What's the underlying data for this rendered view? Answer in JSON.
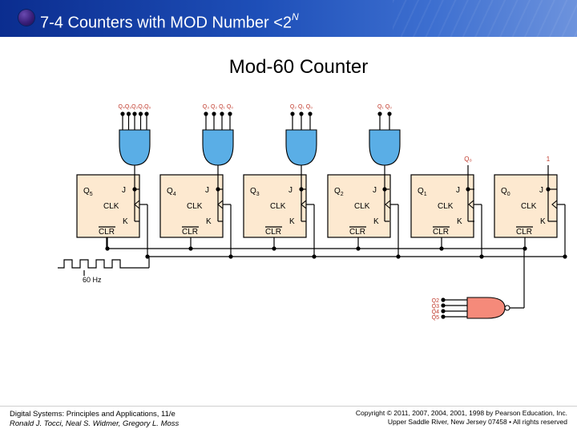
{
  "header": {
    "title": "7-4 Counters with MOD Number <2",
    "title_superscript": "N",
    "bullet_color": "#3a1f7a",
    "bar_color": "#1e4fb8"
  },
  "diagram": {
    "title": "Mod-60 Counter",
    "flip_flops": [
      {
        "output": "Q",
        "output_sub": "5",
        "j": "J",
        "clk": "CLK",
        "k": "K",
        "clr": "CLR"
      },
      {
        "output": "Q",
        "output_sub": "4",
        "j": "J",
        "clk": "CLK",
        "k": "K",
        "clr": "CLR"
      },
      {
        "output": "Q",
        "output_sub": "3",
        "j": "J",
        "clk": "CLK",
        "k": "K",
        "clr": "CLR"
      },
      {
        "output": "Q",
        "output_sub": "2",
        "j": "J",
        "clk": "CLK",
        "k": "K",
        "clr": "CLR"
      },
      {
        "output": "Q",
        "output_sub": "1",
        "j": "J",
        "clk": "CLK",
        "k": "K",
        "clr": "CLR"
      },
      {
        "output": "Q",
        "output_sub": "0",
        "j": "J",
        "clk": "CLK",
        "k": "K",
        "clr": "CLR"
      }
    ],
    "and_gate_labels": [
      "Q₄Q₃Q₂Q₁Q₀",
      "Q₃ Q₂ Q₁ Q₀",
      "Q₂ Q₁ Q₀",
      "Q₁ Q₀"
    ],
    "q0_label": "Q₀",
    "high_label": "1",
    "clock_label": "60 Hz",
    "nand_inputs": [
      "2",
      "3",
      "4",
      "5"
    ],
    "nand_inputs_prefix": "Q",
    "gate_color": "#5aaee6",
    "nand_color": "#f58a7a",
    "ff_fill": "#fde9d0",
    "label_color": "#c0392b"
  },
  "footer": {
    "book": "Digital Systems: Principles and Applications, 11/e",
    "authors": "Ronald J. Tocci, Neal S. Widmer, Gregory L. Moss",
    "copyright": "Copyright © 2011, 2007, 2004, 2001, 1998 by Pearson Education, Inc.",
    "publisher": "Upper Saddle River, New Jersey 07458 • All rights reserved"
  }
}
